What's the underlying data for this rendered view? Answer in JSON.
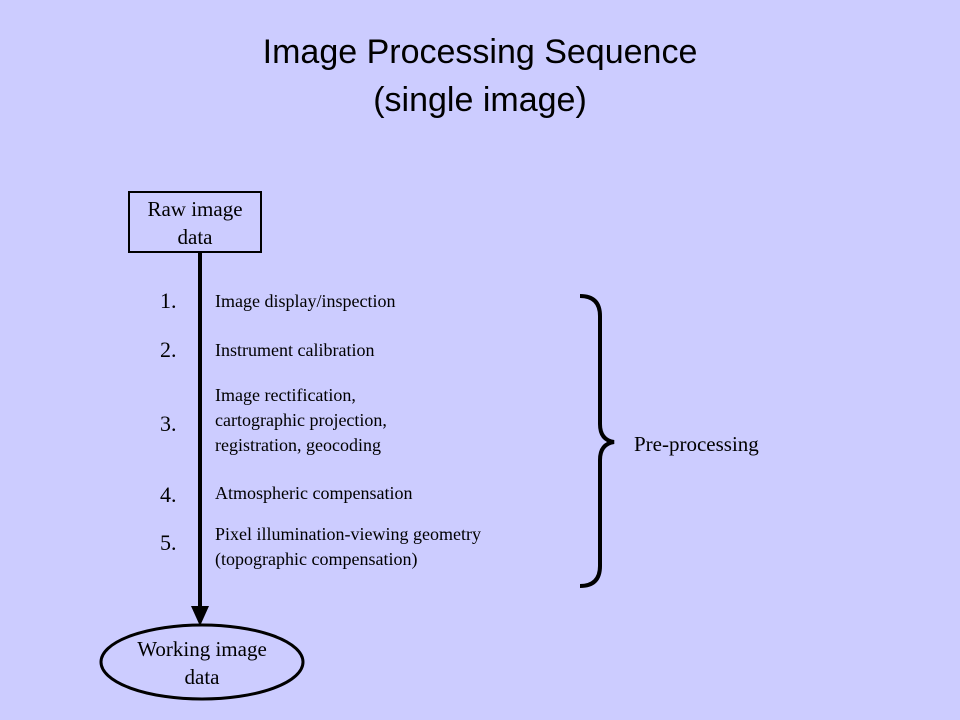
{
  "title": {
    "line1": "Image Processing Sequence",
    "line2": "(single image)"
  },
  "nodes": {
    "raw": "Raw image\ndata",
    "working": "Working image\ndata"
  },
  "steps": [
    {
      "number": "1.",
      "text": "Image display/inspection"
    },
    {
      "number": "2.",
      "text": "Instrument calibration"
    },
    {
      "number": "3.",
      "text": "Image rectification,\ncartographic projection,\nregistration, geocoding"
    },
    {
      "number": "4.",
      "text": "Atmospheric compensation"
    },
    {
      "number": "5.",
      "text": "Pixel illumination-viewing geometry\n(topographic compensation)"
    }
  ],
  "brace_label": "Pre-processing",
  "colors": {
    "background": "#ccccff",
    "foreground": "#000000"
  }
}
